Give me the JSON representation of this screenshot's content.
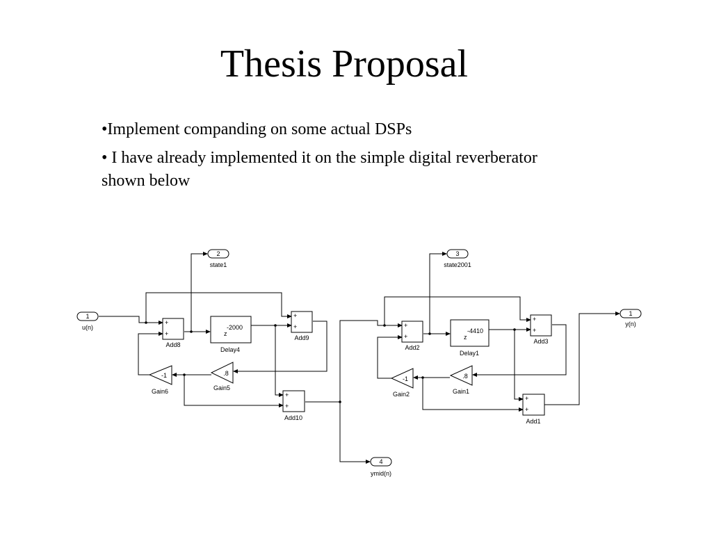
{
  "slide": {
    "title": "Thesis Proposal",
    "bullets": [
      "•Implement companding on some actual DSPs",
      "• I have already implemented it on the simple digital reverberator shown below"
    ]
  },
  "diagram": {
    "ports": {
      "in1": {
        "num": "1",
        "name": "u(n)"
      },
      "out2": {
        "num": "2",
        "name": "state1"
      },
      "out3": {
        "num": "3",
        "name": "state2001"
      },
      "out1": {
        "num": "1",
        "name": "y(n)"
      },
      "out4": {
        "num": "4",
        "name": "ymid(n)"
      }
    },
    "blocks": {
      "add8": "Add8",
      "add9": "Add9",
      "add10": "Add10",
      "add2": "Add2",
      "add3": "Add3",
      "add1": "Add1",
      "delay4": {
        "label": "Delay4",
        "exp": "-2000",
        "z": "z"
      },
      "delay1": {
        "label": "Delay1",
        "exp": "-4410",
        "z": "z"
      },
      "gain6": {
        "label": "Gain6",
        "value": "-1"
      },
      "gain5": {
        "label": "Gain5",
        "value": ".8"
      },
      "gain2": {
        "label": "Gain2",
        "value": "-1"
      },
      "gain1": {
        "label": "Gain1",
        "value": ".8"
      }
    },
    "sign": "+"
  }
}
